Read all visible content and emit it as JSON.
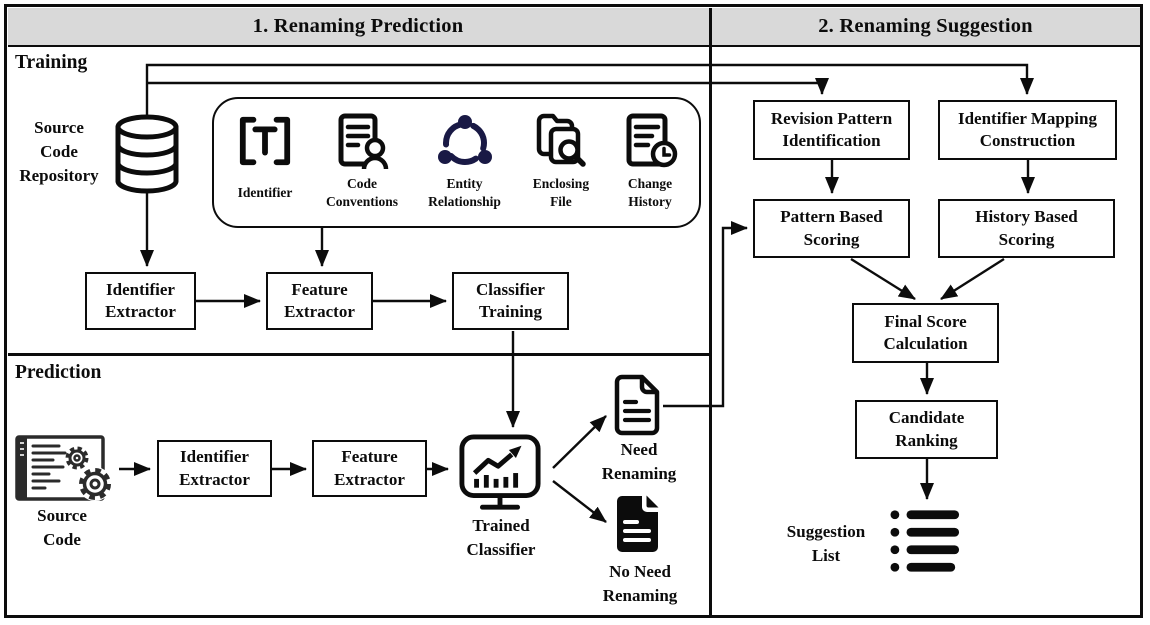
{
  "title_bar": {
    "left": "1. Renaming Prediction",
    "right": "2. Renaming Suggestion"
  },
  "colors": {
    "header_bg": "#d9d9d9",
    "ink": "#0c0c0c",
    "entity_icon_accent": "#191945"
  },
  "training": {
    "section_label": "Training",
    "repository_label": "Source\nCode\nRepository",
    "repository_icon": "database-icon",
    "features": [
      {
        "icon": "identifier-brackets-icon",
        "label": "Identifier"
      },
      {
        "icon": "code-conventions-icon",
        "label": "Code\nConventions"
      },
      {
        "icon": "entity-relationship-icon",
        "label": "Entity\nRelationship"
      },
      {
        "icon": "enclosing-file-icon",
        "label": "Enclosing\nFile"
      },
      {
        "icon": "change-history-icon",
        "label": "Change\nHistory"
      }
    ],
    "boxes": {
      "identifier_extractor": "Identifier\nExtractor",
      "feature_extractor": "Feature\nExtractor",
      "classifier_training": "Classifier\nTraining"
    }
  },
  "prediction": {
    "section_label": "Prediction",
    "source_code_label": "Source\nCode",
    "source_code_icon": "source-code-gears-icon",
    "boxes": {
      "identifier_extractor": "Identifier\nExtractor",
      "feature_extractor": "Feature\nExtractor"
    },
    "trained_classifier_label": "Trained\nClassifier",
    "trained_classifier_icon": "monitor-chart-icon",
    "need_renaming_label": "Need\nRenaming",
    "need_renaming_icon": "document-outline-icon",
    "no_need_renaming_label": "No Need\nRenaming",
    "no_need_renaming_icon": "document-filled-icon"
  },
  "suggestion": {
    "boxes": {
      "revision_pattern": "Revision Pattern\nIdentification",
      "identifier_mapping": "Identifier Mapping\nConstruction",
      "pattern_scoring": "Pattern Based\nScoring",
      "history_scoring": "History Based\nScoring",
      "final_score": "Final Score\nCalculation",
      "candidate_ranking": "Candidate\nRanking"
    },
    "suggestion_list_label": "Suggestion\nList",
    "suggestion_list_icon": "bulleted-list-icon"
  }
}
